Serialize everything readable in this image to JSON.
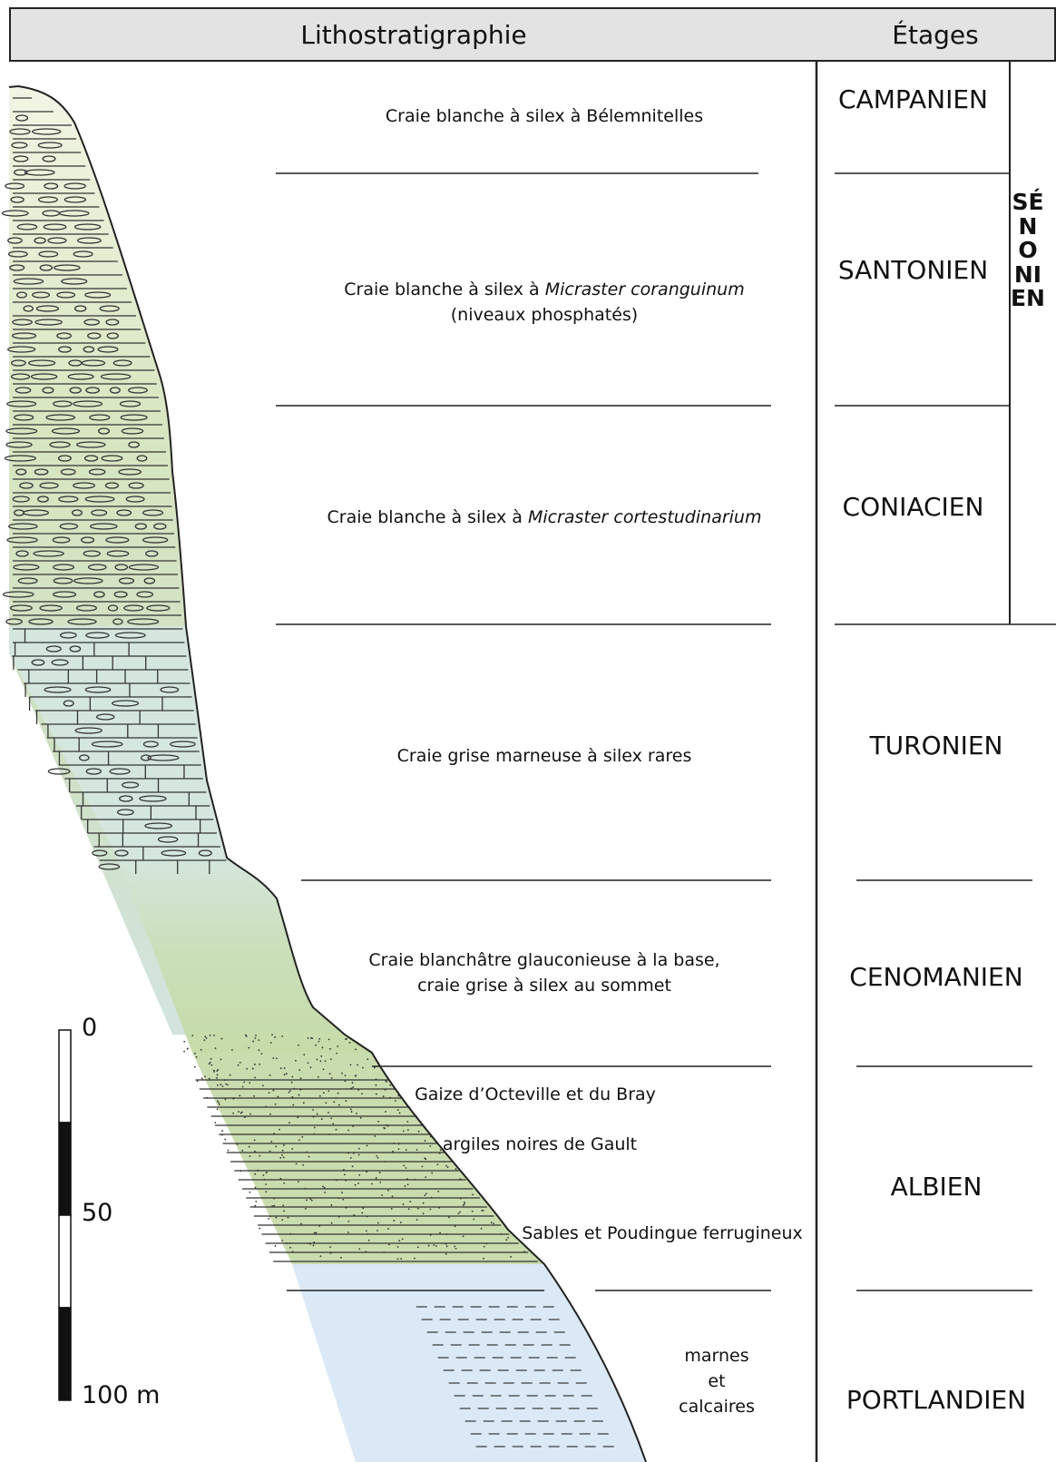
{
  "header": {
    "lithostratigraphy": "Lithostratigraphie",
    "stages": "Étages"
  },
  "units": [
    {
      "text": "Craie blanche à silex à Bélemnitelles"
    },
    {
      "line1_pre": "Craie blanche à silex à ",
      "line1_em": "Micraster coranguinum",
      "line2": "(niveaux phosphatés)"
    },
    {
      "pre": "Craie blanche à silex à ",
      "em": "Micraster cortestudinarium"
    },
    {
      "text": "Craie grise marneuse à silex rares"
    },
    {
      "line1": "Craie blanchâtre glauconieuse à la base,",
      "line2": "craie grise à silex au sommet"
    },
    {
      "text": "Gaize d’Octeville et du Bray"
    },
    {
      "text": "argiles noires de Gault"
    },
    {
      "text": "Sables et Poudingue ferrugineux"
    },
    {
      "line1": "marnes",
      "line2": "et",
      "line3": "calcaires"
    }
  ],
  "stages": [
    "CAMPANIEN",
    "SANTONIEN",
    "CONIACIEN",
    "TURONIEN",
    "CENOMANIEN",
    "ALBIEN",
    "PORTLANDIEN"
  ],
  "super_stage": "SÉNONIEN",
  "scale": {
    "labels": [
      "0",
      "50",
      "100 m"
    ]
  },
  "colors": {
    "chalk_top": "#eaf0d6",
    "chalk_green": "#d3e2bd",
    "turonian_blue": "#d4e5e2",
    "albian_green": "#c9dcae",
    "portlandian_blue": "#dbe9f6",
    "line": "#222222",
    "header_bg": "#e3e3e3"
  }
}
